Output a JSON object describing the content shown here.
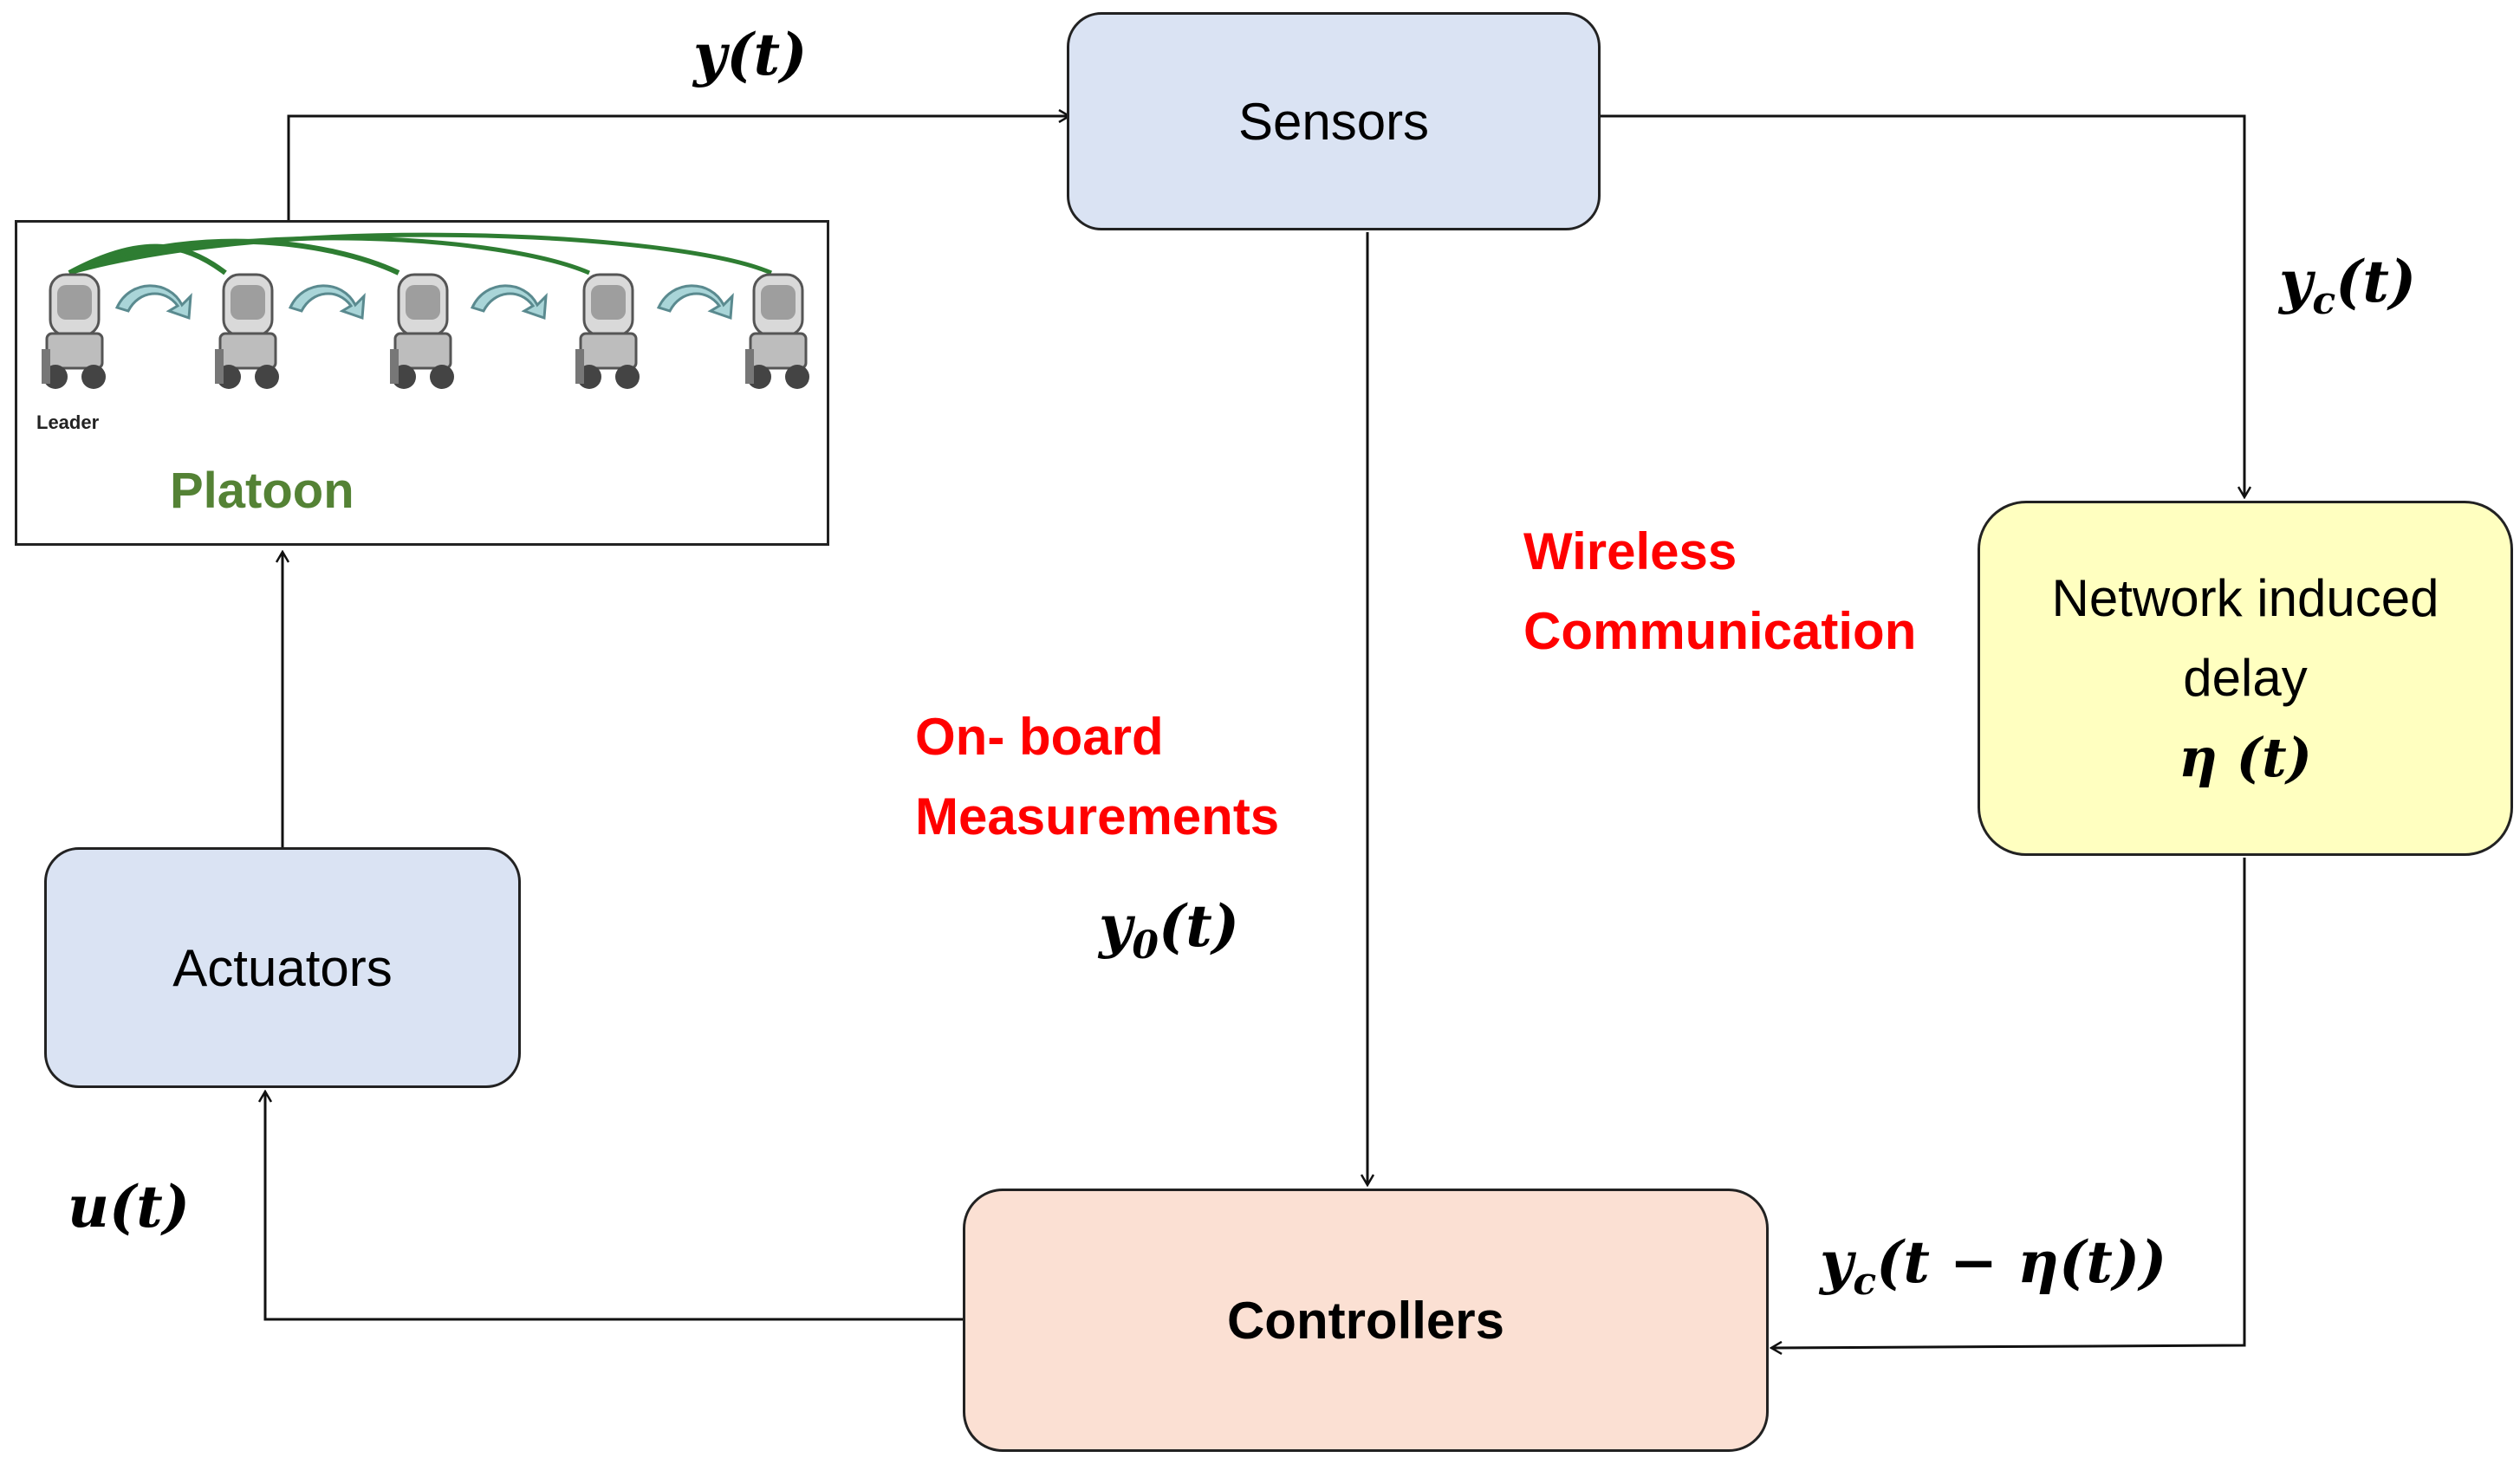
{
  "blocks": {
    "sensors": "Sensors",
    "actuators": "Actuators",
    "controllers": "Controllers",
    "network_delay_line1": "Network induced",
    "network_delay_line2": "delay",
    "network_delay_symbol": "η (t)",
    "platoon": "Platoon",
    "leader": "Leader"
  },
  "signals": {
    "y": "y(t)",
    "y_c": "y",
    "y_c_sub": "c",
    "y_c_arg": "(t)",
    "y_0": "y",
    "y_0_sub": "0",
    "y_0_arg": "(t)",
    "u": "u(t)",
    "y_c_delayed": "y",
    "y_c_delayed_sub": "c",
    "y_c_delayed_arg": "(t − η(t))"
  },
  "annotations": {
    "wireless_line1": "Wireless",
    "wireless_line2": "Communication",
    "onboard_line1": "On- board",
    "onboard_line2": "Measurements"
  },
  "colors": {
    "block_blue": "#dae3f3",
    "block_yellow": "#ffffc0",
    "block_peach": "#fbe0d3",
    "annotation_red": "#ff0000",
    "platoon_green": "#548235"
  }
}
